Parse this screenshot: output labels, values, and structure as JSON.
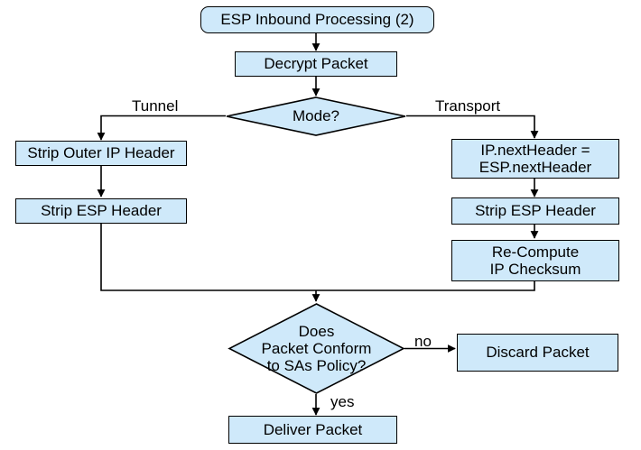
{
  "diagram": {
    "title": "ESP Inbound Processing (2)",
    "accent_fill": "#cfe9fa",
    "stroke": "#000000",
    "background": "#ffffff",
    "nodes": {
      "start": {
        "label": "ESP Inbound Processing (2)",
        "shape": "rounded-rect"
      },
      "decrypt": {
        "label": "Decrypt Packet",
        "shape": "rect"
      },
      "mode": {
        "label": "Mode?",
        "shape": "diamond"
      },
      "strip_outer_ip": {
        "label": "Strip Outer IP Header",
        "shape": "rect"
      },
      "strip_esp_left": {
        "label": "Strip ESP Header",
        "shape": "rect"
      },
      "next_header": {
        "label": "IP.nextHeader =\nESP.nextHeader",
        "shape": "rect"
      },
      "strip_esp_right": {
        "label": "Strip ESP Header",
        "shape": "rect"
      },
      "recompute": {
        "label": "Re-Compute\nIP Checksum",
        "shape": "rect"
      },
      "conform": {
        "label": "Does\nPacket Conform\nto SAs Policy?",
        "shape": "diamond"
      },
      "discard": {
        "label": "Discard Packet",
        "shape": "rect"
      },
      "deliver": {
        "label": "Deliver Packet",
        "shape": "rect"
      }
    },
    "edge_labels": {
      "tunnel": "Tunnel",
      "transport": "Transport",
      "no": "no",
      "yes": "yes"
    }
  }
}
